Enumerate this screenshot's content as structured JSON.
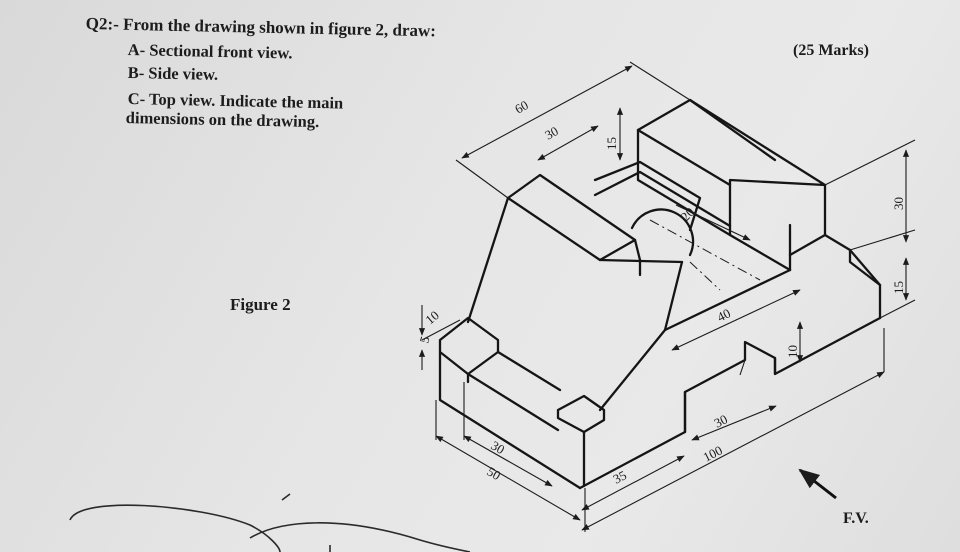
{
  "question": {
    "title": "Q2:- From the drawing shown in figure 2, draw:",
    "item_a": "A- Sectional front view.",
    "item_b": "B- Side view.",
    "item_c_line1": "C- Top view. Indicate the main",
    "item_c_line2": "dimensions on the drawing.",
    "marks": "(25 Marks)"
  },
  "figure": {
    "label": "Figure 2",
    "view_label": "F.V."
  },
  "dimensions": {
    "d60": "60",
    "d30_top": "30",
    "d15_top": "15",
    "d20": "20",
    "d30_right": "30",
    "d15_right": "15",
    "d10_left": "10",
    "d5_left": "5",
    "d40": "40",
    "d10_slot": "10",
    "d30_slot": "30",
    "d100": "100",
    "d35": "35",
    "d30_bottom": "30",
    "d50": "50"
  }
}
